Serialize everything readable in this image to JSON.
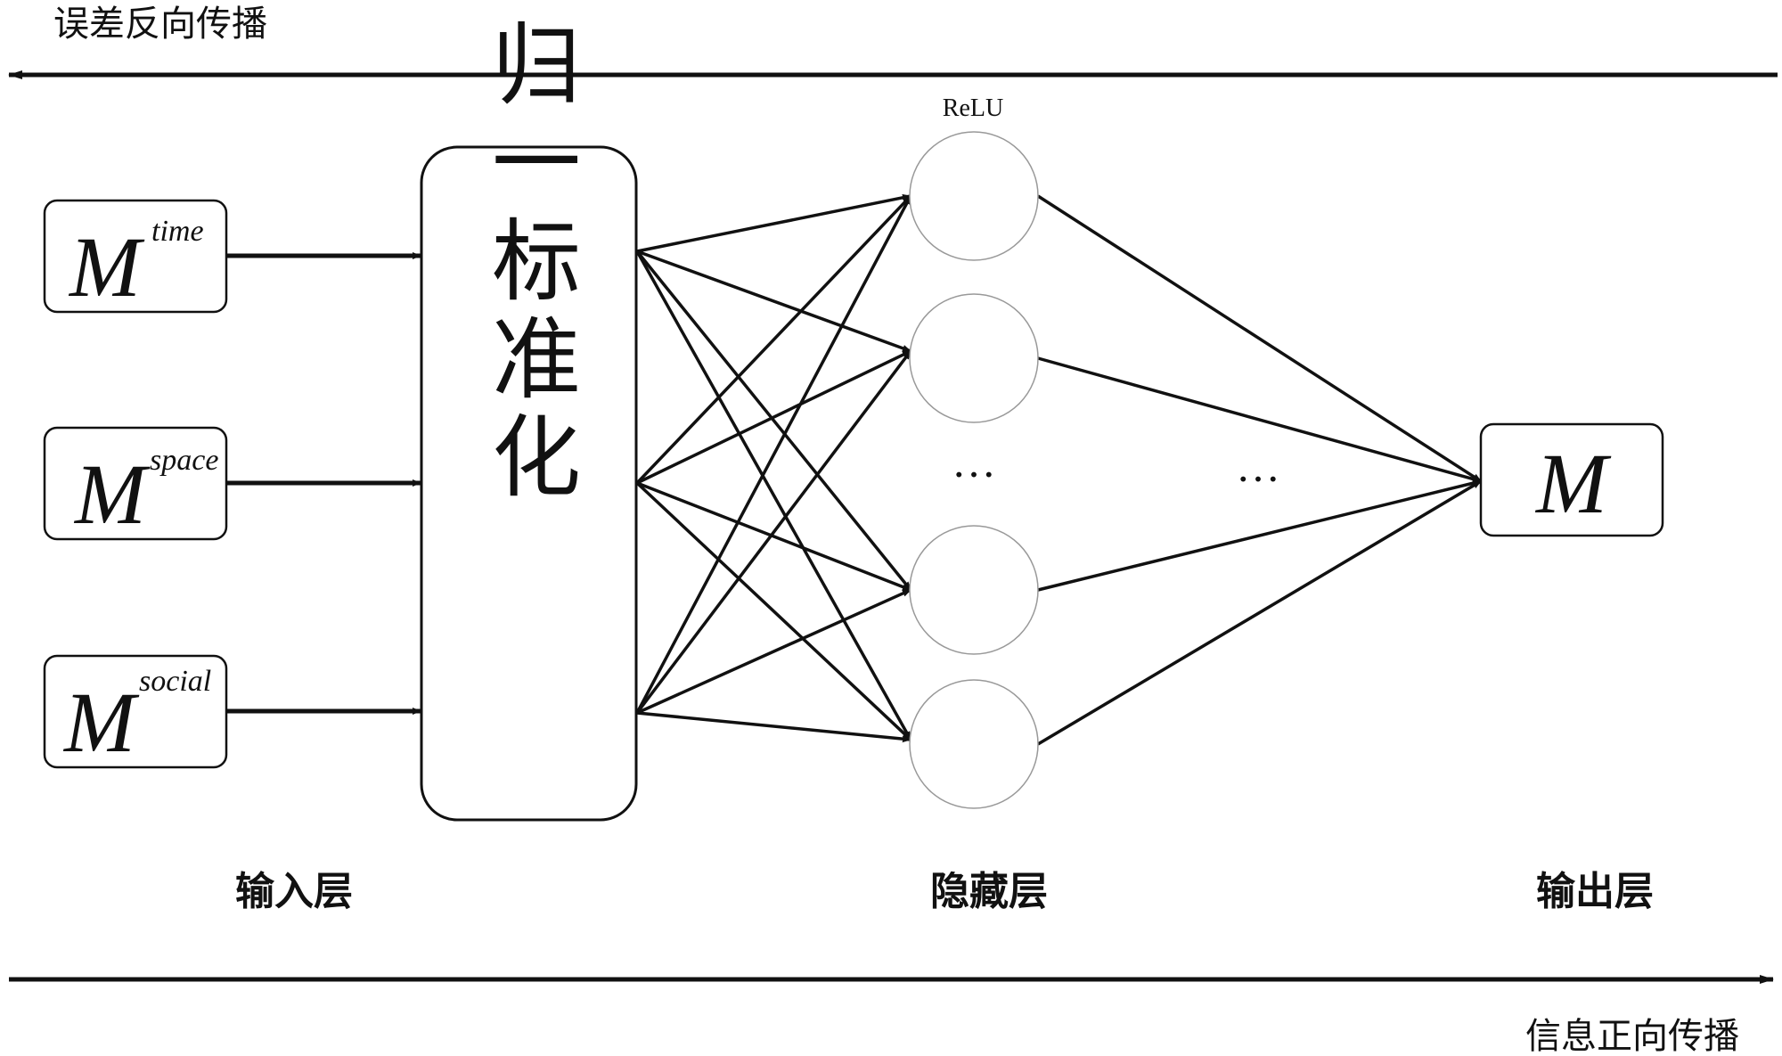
{
  "top_label": "误差反向传播",
  "bottom_label": "信息正向传播",
  "normalize_label": "归一标准化",
  "activation_label": "ReLU",
  "hidden_ellipsis": "…",
  "output_ellipsis": "…",
  "inputs": [
    {
      "base": "M",
      "sup": "time"
    },
    {
      "base": "M",
      "sup": "space"
    },
    {
      "base": "M",
      "sup": "social"
    }
  ],
  "output": {
    "base": "M"
  },
  "layer_labels": {
    "input": "输入层",
    "hidden": "隐藏层",
    "output": "输出层"
  }
}
